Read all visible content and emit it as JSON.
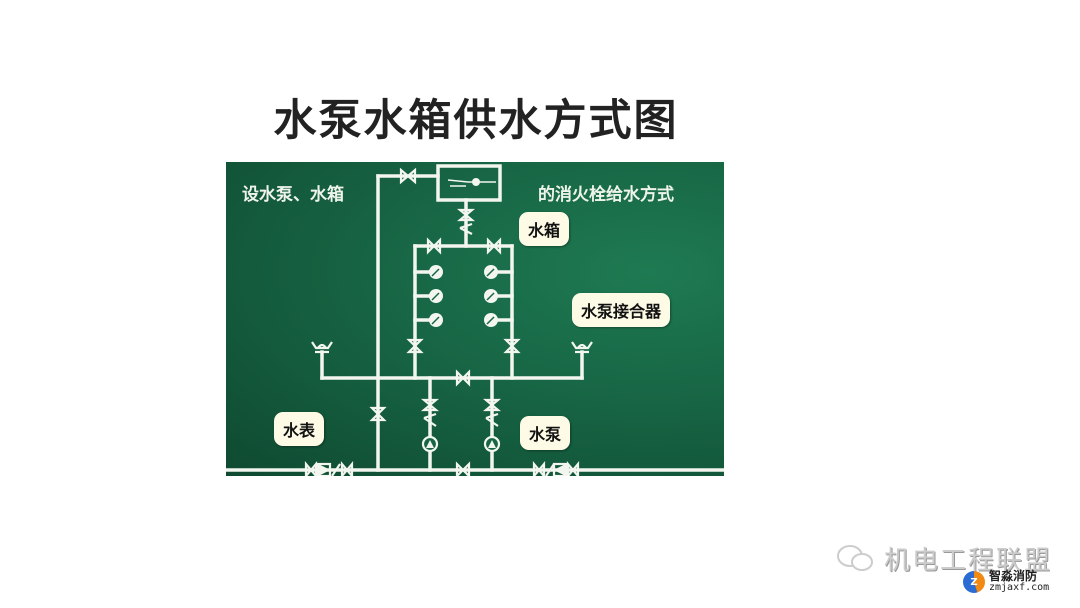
{
  "slide": {
    "title": "水泵水箱供水方式图"
  },
  "diagram": {
    "caption_left": "设水泵、水箱",
    "caption_right": "的消火栓给水方式",
    "background_color": "#176544",
    "line_color": "#f2f6ee",
    "callouts": {
      "water_tank": "水箱",
      "pump_adapter": "水泵接合器",
      "water_meter": "水表",
      "water_pump": "水泵"
    },
    "components": {
      "water_tank_count": 1,
      "fire_hydrant_count": 6,
      "pump_count": 2,
      "pump_adapter_count": 2,
      "water_meter_count": 1
    }
  },
  "watermark": {
    "wechat_label": "机电工程联盟",
    "brand_name": "智淼消防",
    "brand_url": "zmjaxf.com",
    "brand_badge": "Z"
  }
}
